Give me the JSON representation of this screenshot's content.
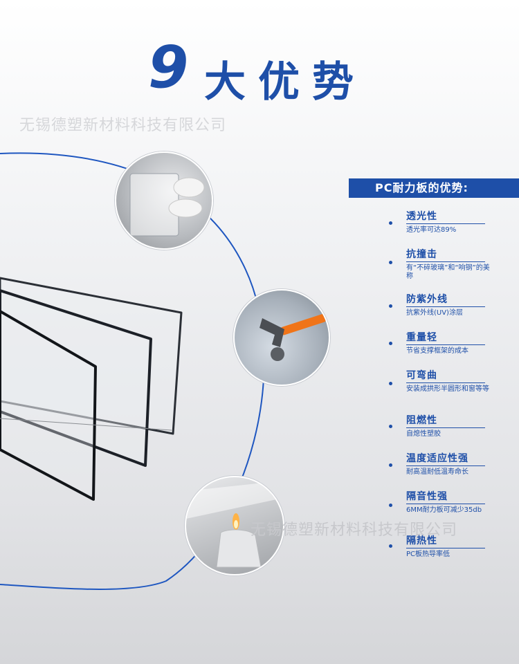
{
  "title": {
    "number": "9",
    "text": "大优势"
  },
  "watermark": "无锡德塑新材料科技有限公司",
  "panel_header": "PC耐力板的优势:",
  "features": [
    {
      "name": "透光性",
      "desc": "透光率可达89%"
    },
    {
      "name": "抗撞击",
      "desc": "有“不碎玻璃”和“响钢”的美称"
    },
    {
      "name": "防紫外线",
      "desc": "抗紫外线(UV)涂层"
    },
    {
      "name": "重量轻",
      "desc": "节省支撑框架的成本"
    },
    {
      "name": "可弯曲",
      "desc": "安装成拱形半圆形和窗等等"
    },
    {
      "name": "阻燃性",
      "desc": "自熄性塑胶"
    },
    {
      "name": "温度适应性强",
      "desc": "耐高温耐低温寿命长"
    },
    {
      "name": "隔音性强",
      "desc": "6MM耐力板可减少35db"
    },
    {
      "name": "隔热性",
      "desc": "PC板热导率低"
    }
  ],
  "colors": {
    "accent": "#1e4fa8",
    "watermark": "#d6d7da"
  }
}
